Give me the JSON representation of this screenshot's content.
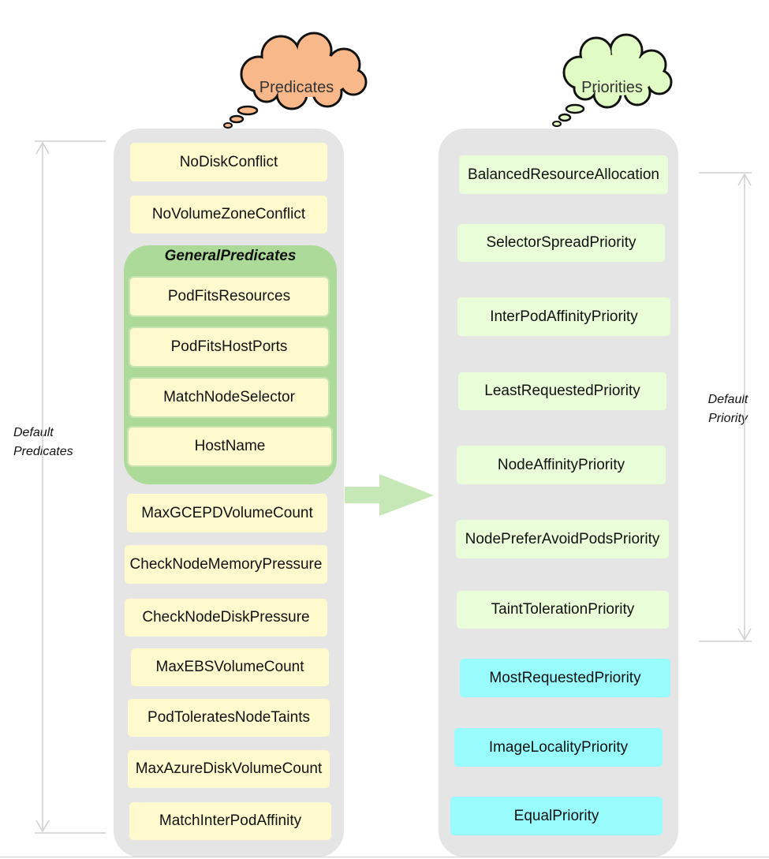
{
  "clouds": {
    "predicates": {
      "label": "Predicates",
      "color": "#f9b88a"
    },
    "priorities": {
      "label": "Priorities",
      "color": "#e0fbc4"
    }
  },
  "side_labels": {
    "default_predicates": "Default Predicates",
    "default_priority": "Default Priority"
  },
  "predicates": {
    "top": [
      "NoDiskConflict",
      "NoVolumeZoneConflict"
    ],
    "general_predicates": {
      "title": "GeneralPredicates",
      "items": [
        "PodFitsResources",
        "PodFitsHostPorts",
        "MatchNodeSelector",
        "HostName"
      ]
    },
    "bottom": [
      "MaxGCEPDVolumeCount",
      "CheckNodeMemoryPressure",
      "CheckNodeDiskPressure",
      "MaxEBSVolumeCount",
      "PodToleratesNodeTaints",
      "MaxAzureDiskVolumeCount",
      "MatchInterPodAffinity"
    ]
  },
  "priorities": {
    "default": [
      "BalancedResourceAllocation",
      "SelectorSpreadPriority",
      "InterPodAffinityPriority",
      "LeastRequestedPriority",
      "NodeAffinityPriority",
      "NodePreferAvoidPodsPriority",
      "TaintTolerationPriority"
    ],
    "other": [
      "MostRequestedPriority",
      "ImageLocalityPriority",
      "EqualPriority"
    ]
  },
  "colors": {
    "panel": "#e5e5e5",
    "predicate_box": "#fffacd",
    "general_predicates_group": "#acdb99",
    "default_priority_box": "#e9fed8",
    "other_priority_box": "#98fcfd",
    "arrow": "#c6e8b6"
  }
}
